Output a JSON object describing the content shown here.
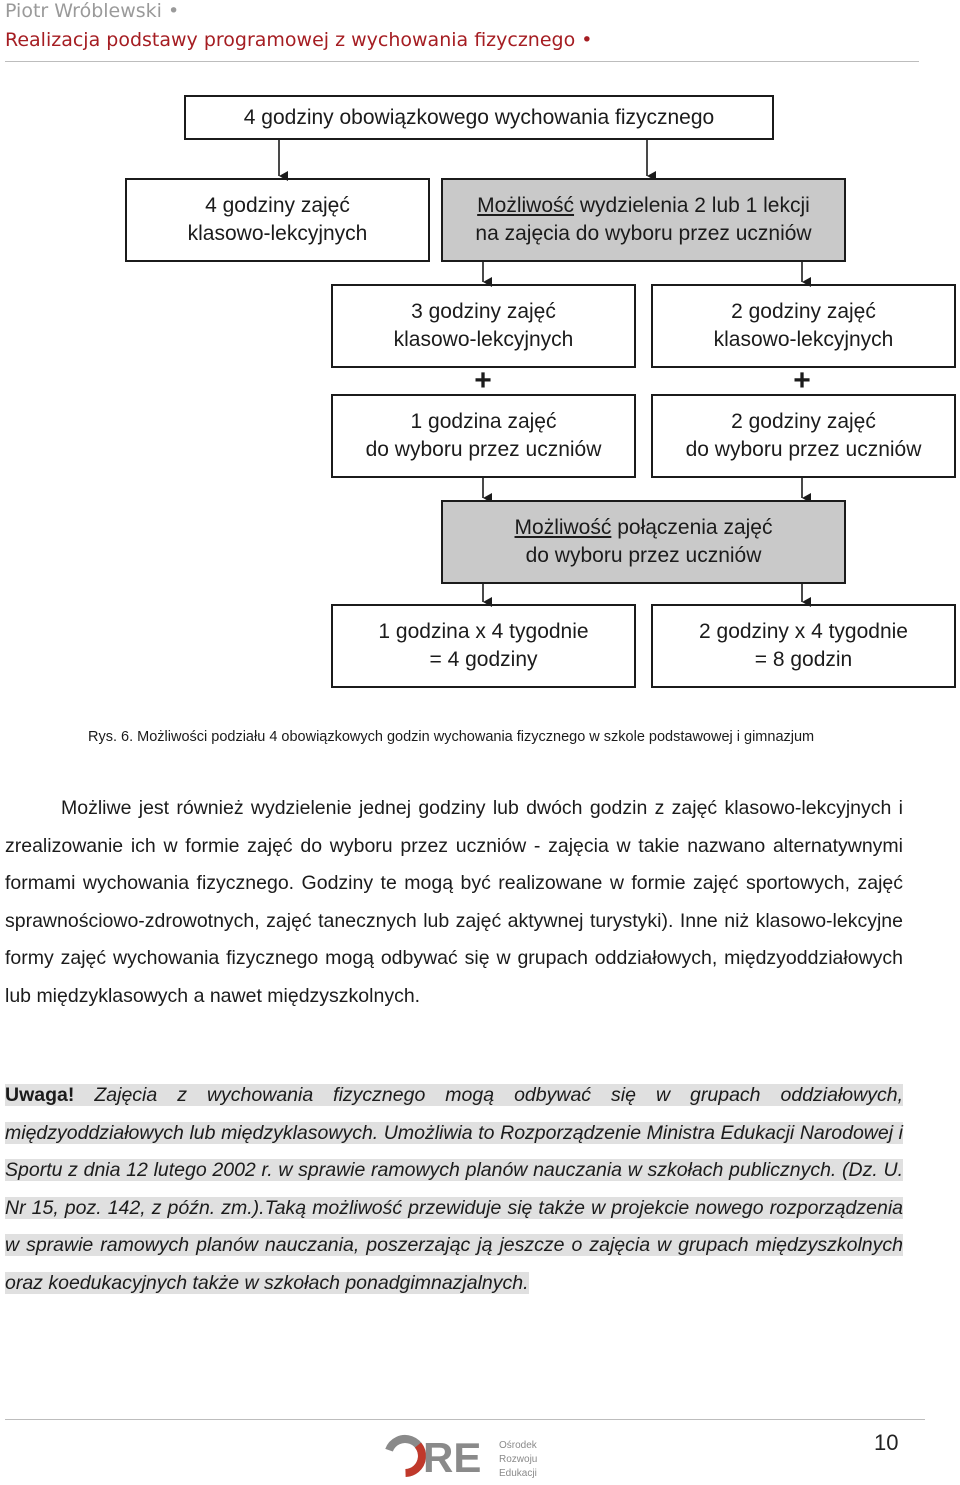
{
  "header": {
    "author": "Piotr Wróblewski",
    "title": "Realizacja podstawy programowej z wychowania fizycznego"
  },
  "diagram": {
    "top_box": "4 godziny obowiązkowego wychowania fizycznego",
    "left_box": "4 godziny zajęć\nklasowo-lekcyjnych",
    "right_box_underlined": "Możliwość",
    "right_box_rest": " wydzielenia 2 lub 1 lekcji\nna zajęcia do wyboru przez uczniów",
    "mid_left_top": "3 godziny zajęć\nklasowo-lekcyjnych",
    "mid_right_top": "2 godziny zajęć\nklasowo-lekcyjnych",
    "plus": "+",
    "mid_left_bottom": "1 godzina zajęć\ndo wyboru przez uczniów",
    "mid_right_bottom": "2 godziny zajęć\ndo wyboru przez uczniów",
    "combine_underlined": "Możliwość",
    "combine_rest": " połączenia zajęć\ndo wyboru przez uczniów",
    "bottom_left": "1 godzina x 4 tygodnie\n= 4 godziny",
    "bottom_right": "2 godziny x 4 tygodnie\n= 8 godzin"
  },
  "caption": "Rys. 6. Możliwości podziału 4 obowiązkowych godzin wychowania fizycznego w szkole podstawowej i gimnazjum",
  "paragraph1": "Możliwe jest również  wydzielenie jednej godziny lub dwóch godzin z zajęć klasowo-lekcyjnych i zrealizowanie ich w formie zajęć do wyboru przez uczniów - zajęcia w takie nazwano alternatywnymi formami wychowania fizycznego. Godziny te mogą być realizowane w formie zajęć sportowych, zajęć sprawnościowo-zdrowotnych, zajęć tanecznych lub zajęć aktywnej turystyki). Inne niż klasowo-lekcyjne formy zajęć wychowania fizycznego mogą odbywać się w grupach oddziałowych, międzyoddziałowych lub międzyklasowych a nawet międzyszkolnych.",
  "paragraph2": {
    "label": "Uwaga!",
    "text": " Zajęcia z wychowania fizycznego mogą odbywać się w grupach oddziałowych, międzyoddziałowych lub międzyklasowych. Umożliwia to Rozporządzenie Ministra Edukacji Narodowej i Sportu z dnia 12 lutego 2002 r. w sprawie ramowych planów nauczania w szkołach publicznych. (Dz. U. Nr 15, poz. 142, z późn. zm.).Taką możliwość przewiduje się także w projekcie nowego rozporządzenia w sprawie ramowych planów nauczania, poszerzając ją jeszcze o zajęcia w grupach międzyszkolnych oraz koedukacyjnych także w szkołach ponadgimnazjalnych."
  },
  "footer": {
    "logo_text": "ORE",
    "logo_lines": [
      "Ośrodek",
      "Rozwoju",
      "Edukacji"
    ],
    "page_number": "10"
  },
  "colors": {
    "header_title": "#a51d22",
    "logo_red": "#c0392b",
    "logo_gray": "#8a8a8a",
    "box_gray": "#c9c9c9"
  }
}
